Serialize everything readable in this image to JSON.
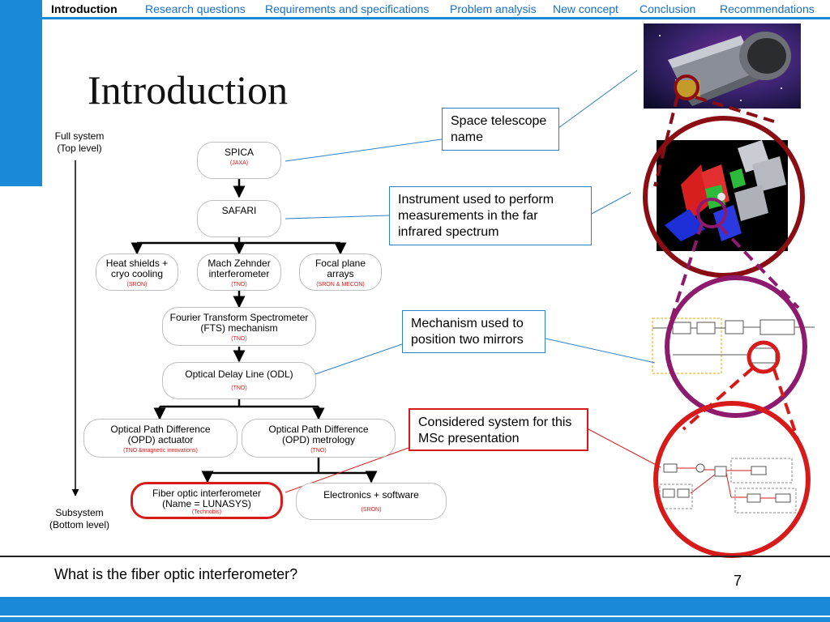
{
  "nav": {
    "items": [
      {
        "label": "Introduction",
        "active": true
      },
      {
        "label": "Research questions"
      },
      {
        "label": "Requirements and specifications"
      },
      {
        "label": "Problem analysis"
      },
      {
        "label": "New concept"
      },
      {
        "label": "Conclusion"
      },
      {
        "label": "Recommendations"
      }
    ]
  },
  "title": "Introduction",
  "levels": {
    "top_line1": "Full system",
    "top_line2": "(Top level)",
    "bottom_line1": "Subsystem",
    "bottom_line2": "(Bottom level)"
  },
  "nodes": {
    "spica": {
      "name": "SPICA",
      "org": "(JAXA)"
    },
    "safari": {
      "name": "SAFARI"
    },
    "heat": {
      "line1": "Heat shields +",
      "line2": "cryo cooling",
      "org": "(SRON)"
    },
    "mach": {
      "line1": "Mach Zehnder",
      "line2": "interferometer",
      "org": "(TNO)"
    },
    "focal": {
      "line1": "Focal plane",
      "line2": "arrays",
      "org": "(SRON & MECON)"
    },
    "fts": {
      "line1": "Fourier Transform Spectrometer",
      "line2": "(FTS) mechanism",
      "org": "(TNO)"
    },
    "odl": {
      "name": "Optical Delay Line (ODL)",
      "org": "(TNO)"
    },
    "opd_act": {
      "line1": "Optical Path Difference",
      "line2": "(OPD) actuator",
      "org": "(TNO &magnetic innovations)"
    },
    "opd_met": {
      "line1": "Optical Path Difference",
      "line2": "(OPD) metrology",
      "org": "(TNO)"
    },
    "fiber": {
      "line1": "Fiber optic interferometer",
      "line2": "(Name = LUNASYS)",
      "org": "(Technobis)"
    },
    "electronics": {
      "name": "Electronics + software",
      "org": "(SRON)"
    }
  },
  "callouts": {
    "telescope": {
      "line1": "Space telescope",
      "line2": "name"
    },
    "instrument": {
      "line1": "Instrument used to perform",
      "line2": "measurements in the far",
      "line3": "infrared spectrum"
    },
    "mechanism": {
      "line1": "Mechanism used to",
      "line2": "position two mirrors"
    },
    "considered": {
      "line1": "Considered system for this",
      "line2": "MSc presentation"
    }
  },
  "question": "What is the fiber optic interferometer?",
  "page_number": "7",
  "colors": {
    "brand_blue": "#1a8ad8",
    "link_blue": "#1a6fc4",
    "highlight_red": "#d71a1a",
    "dark_red": "#8a0d14",
    "purple": "#8e1a6e"
  },
  "images": [
    {
      "icon": "space-telescope-image"
    },
    {
      "icon": "instrument-3d-model-image"
    },
    {
      "icon": "control-block-diagram-image"
    },
    {
      "icon": "fiber-interferometer-schematic-image"
    }
  ]
}
